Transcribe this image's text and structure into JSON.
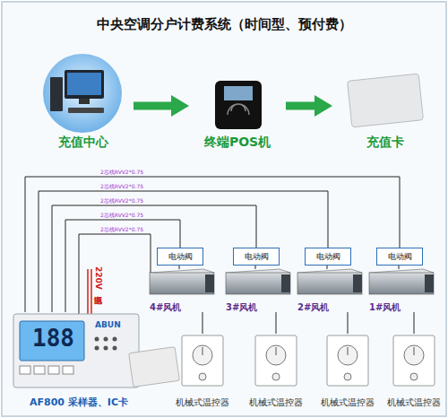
{
  "diagram": {
    "title": "中央空调分户计费系统（时间型、预付费）",
    "nodes": [
      {
        "text": [
          "充值中心"
        ]
      },
      {
        "text": [
          "终端POS机"
        ]
      },
      {
        "text": [
          "充值卡"
        ]
      },
      {
        "text": [
          "电动阀"
        ]
      },
      {
        "text": [
          "4#风机"
        ]
      },
      {
        "text": [
          "电动阀"
        ]
      },
      {
        "text": [
          "3#风机"
        ]
      },
      {
        "text": [
          "电动阀"
        ]
      },
      {
        "text": [
          "2#风机"
        ]
      },
      {
        "text": [
          "电动阀"
        ]
      },
      {
        "text": [
          "1#风机"
        ]
      },
      {
        "text": [
          "AF800 采样器、IC卡"
        ]
      },
      {
        "text": [
          "机械式温控器"
        ]
      },
      {
        "text": [
          "机械式温控器"
        ]
      },
      {
        "text": [
          "机械式温控器"
        ]
      },
      {
        "text": [
          "机械式温控器"
        ]
      }
    ],
    "edges": [
      {
        "from": 0,
        "to": 1,
        "arrow": "to"
      },
      {
        "from": 1,
        "to": 2,
        "arrow": "to"
      },
      {
        "from": 11,
        "to": 9,
        "label": "2芯线RVV2*0.75",
        "arrow": "none"
      },
      {
        "from": 11,
        "to": 7,
        "label": "2芯线RVV2*0.75",
        "arrow": "none"
      },
      {
        "from": 11,
        "to": 5,
        "label": "2芯线RVV2*0.75",
        "arrow": "none"
      },
      {
        "from": 11,
        "to": 3,
        "label": "2芯线RVV2*0.75",
        "arrow": "none"
      },
      {
        "from": 3,
        "to": 4,
        "arrow": "none"
      },
      {
        "from": 5,
        "to": 6,
        "arrow": "none"
      },
      {
        "from": 7,
        "to": 8,
        "arrow": "none"
      },
      {
        "from": 9,
        "to": 10,
        "arrow": "none"
      },
      {
        "from": 4,
        "to": 12,
        "arrow": "none"
      },
      {
        "from": 6,
        "to": 13,
        "arrow": "none"
      },
      {
        "from": 8,
        "to": 14,
        "arrow": "none"
      },
      {
        "from": 10,
        "to": 15,
        "arrow": "none"
      }
    ],
    "labels": [
      "2芯线RVV2*0.75",
      "220V电源",
      "188",
      "ABUN"
    ]
  }
}
